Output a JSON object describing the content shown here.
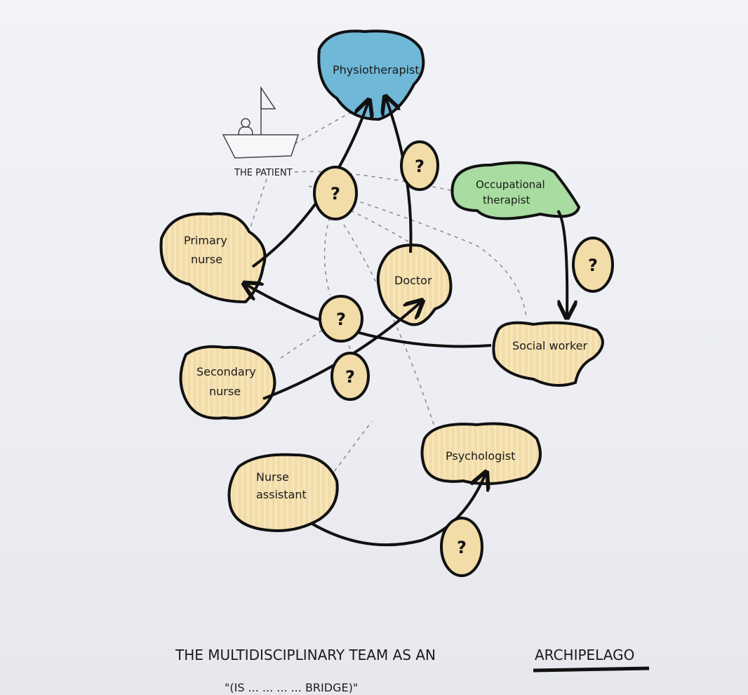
{
  "nodes": {
    "physiotherapist": "Physiotherapist",
    "occupational_therapist_line1": "Occupational",
    "occupational_therapist_line2": "therapist",
    "primary_nurse_line1": "Primary",
    "primary_nurse_line2": "nurse",
    "doctor": "Doctor",
    "social_worker": "Social worker",
    "secondary_nurse_line1": "Secondary",
    "secondary_nurse_line2": "nurse",
    "psychologist": "Psychologist",
    "nurse_assistant_line1": "Nurse",
    "nurse_assistant_line2": "assistant"
  },
  "patient_label": "THE PATIENT",
  "question_mark": "?",
  "caption": {
    "prefix": "THE MULTIDISCIPLINARY TEAM AS AN",
    "emphasis": "ARCHIPELAGO",
    "second_line": "\"(IS ... ... ... ... BRIDGE)\""
  },
  "colors": {
    "physiotherapist_fill": "#6fb8d8",
    "occupational_therapist_fill": "#a8dca0",
    "default_island_fill": "#f2dca8",
    "ink": "#111111"
  }
}
